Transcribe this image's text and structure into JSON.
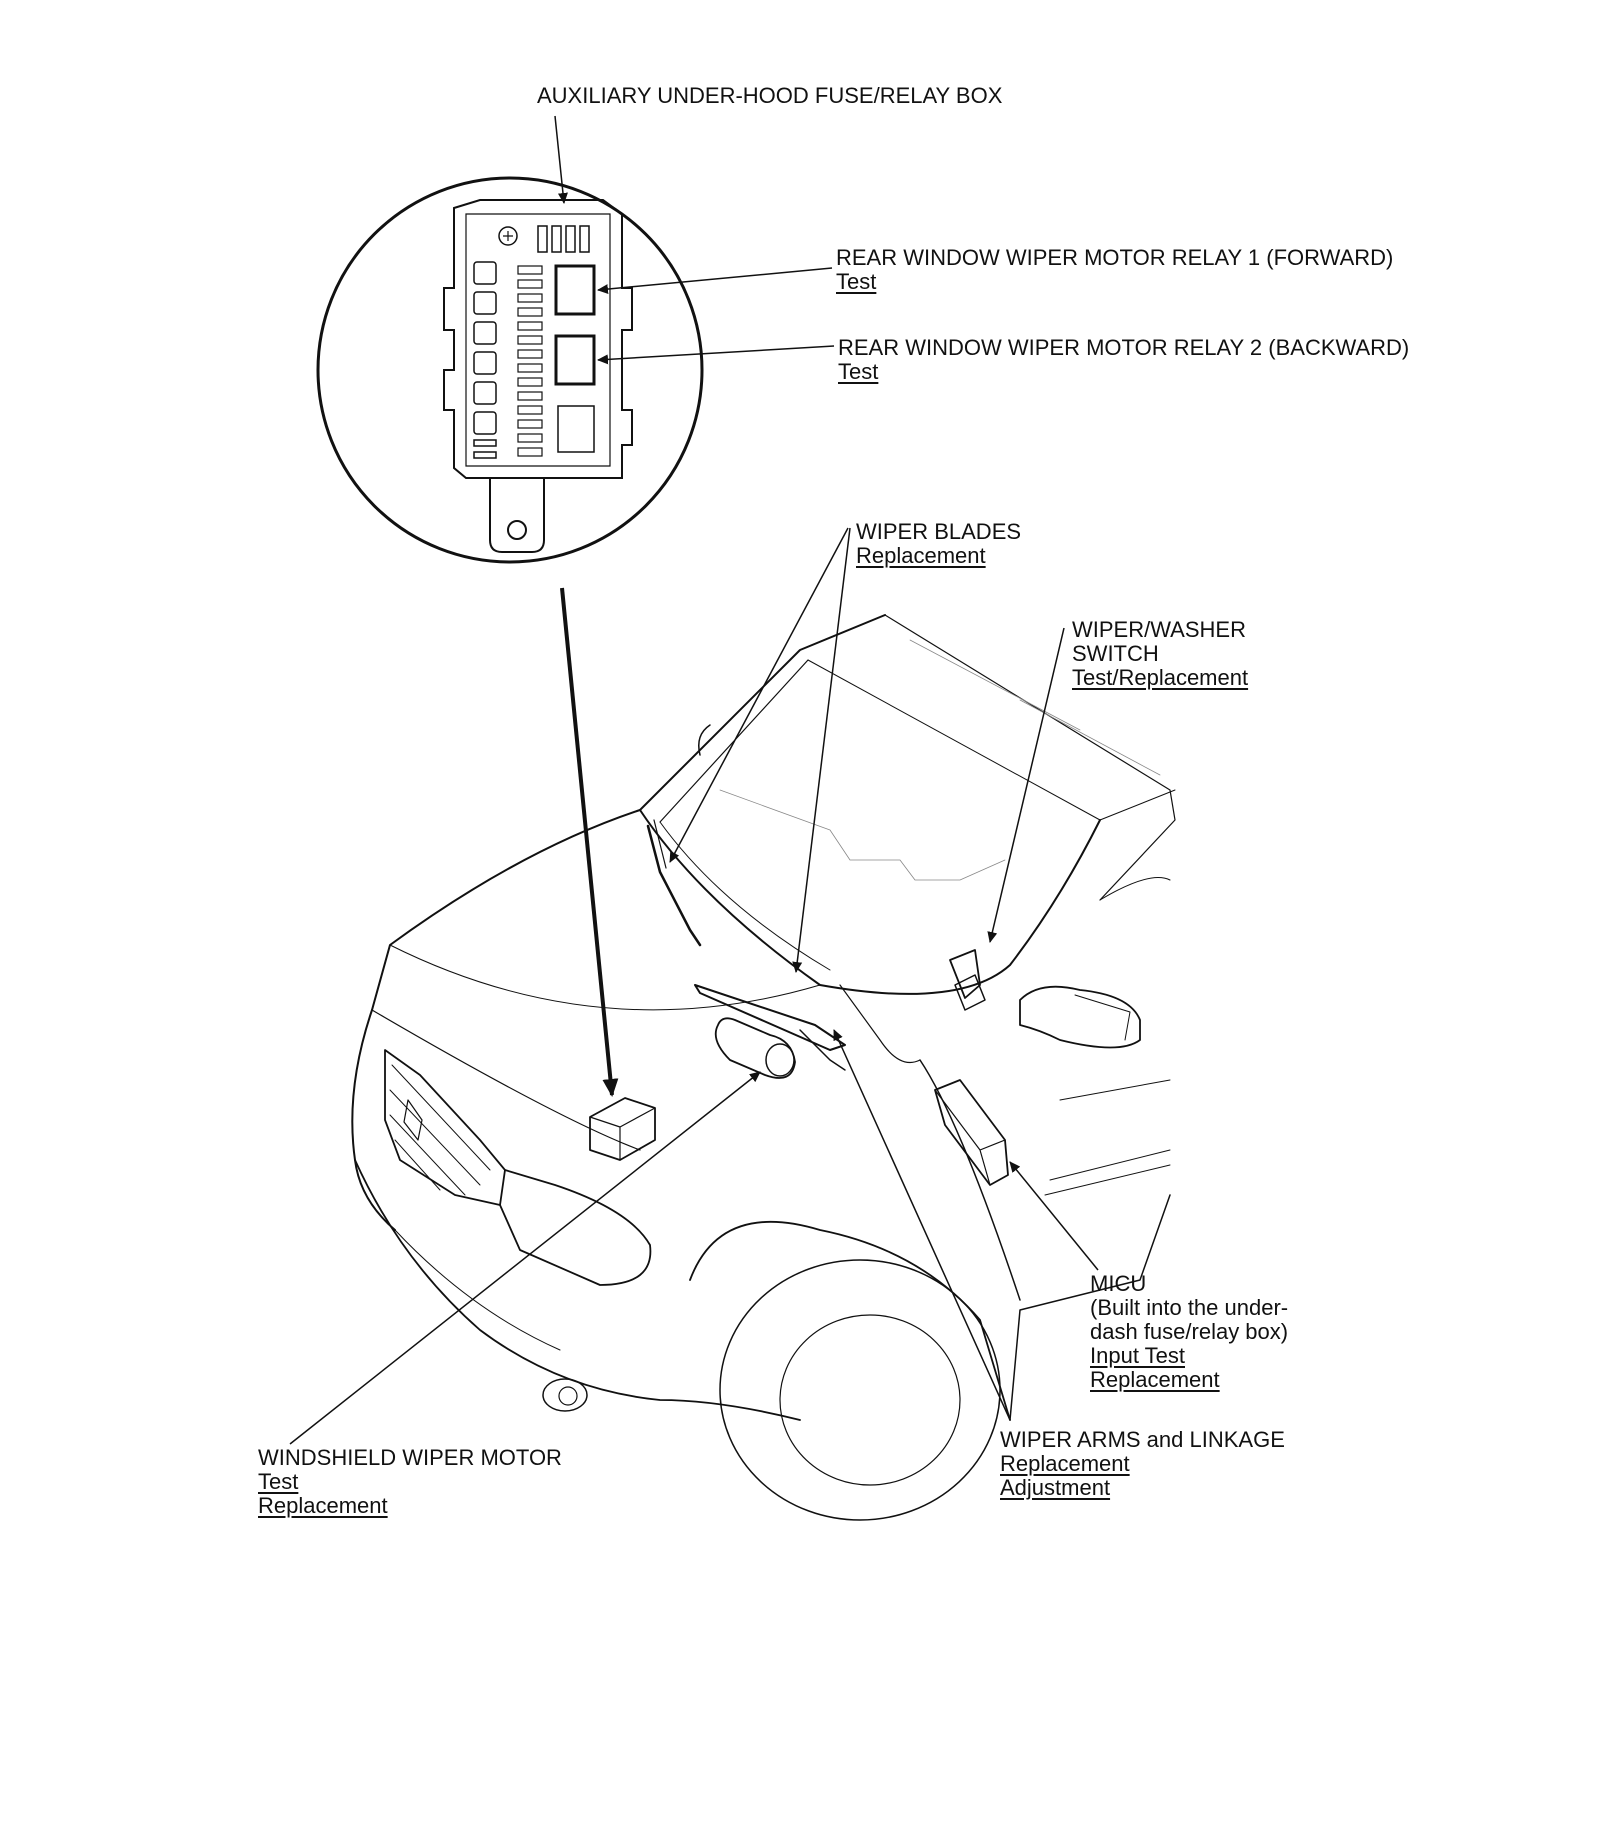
{
  "labels": {
    "aux_fuse_box": {
      "title": "AUXILIARY UNDER-HOOD FUSE/RELAY BOX"
    },
    "relay1": {
      "title": "REAR WINDOW WIPER MOTOR RELAY 1 (FORWARD)",
      "links": [
        "Test"
      ]
    },
    "relay2": {
      "title": "REAR WINDOW WIPER MOTOR RELAY 2 (BACKWARD)",
      "links": [
        "Test"
      ]
    },
    "wiper_blades": {
      "title": "WIPER BLADES",
      "links": [
        "Replacement"
      ]
    },
    "wiper_switch": {
      "title_line1": "WIPER/WASHER",
      "title_line2": "SWITCH",
      "links": [
        "Test/Replacement"
      ]
    },
    "micu": {
      "title_line1": "MICU",
      "title_line2": "(Built into the under-",
      "title_line3": "dash fuse/relay box)",
      "links": [
        "Input Test",
        "Replacement"
      ]
    },
    "wiper_arms": {
      "title": "WIPER ARMS and LINKAGE",
      "links": [
        "Replacement",
        "Adjustment"
      ]
    },
    "wiper_motor": {
      "title": "WINDSHIELD WIPER MOTOR",
      "links": [
        "Test",
        "Replacement"
      ]
    }
  }
}
